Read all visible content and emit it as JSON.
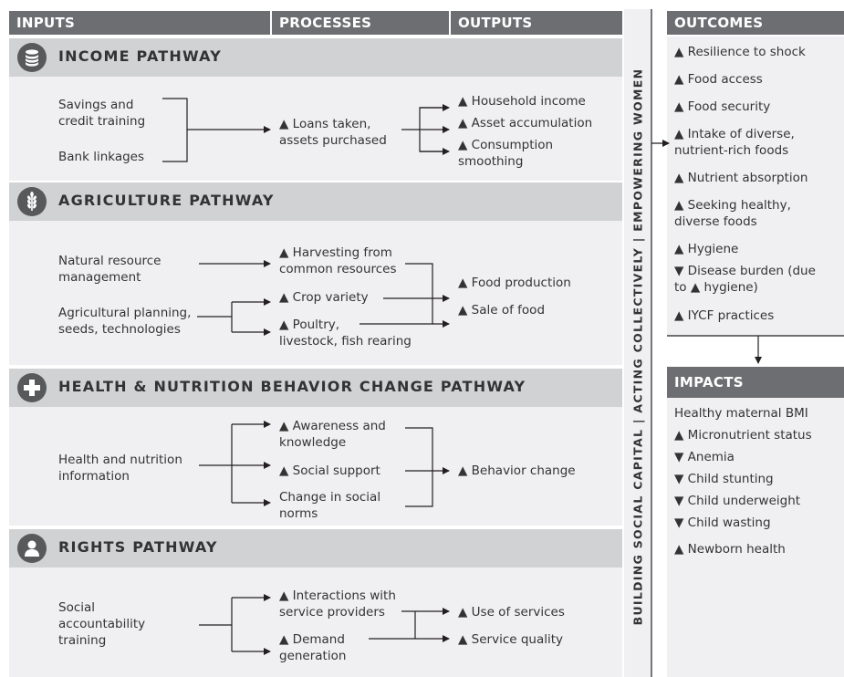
{
  "headers": {
    "inputs": "INPUTS",
    "processes": "PROCESSES",
    "outputs": "OUTPUTS",
    "outcomes": "OUTCOMES",
    "impacts": "IMPACTS"
  },
  "vertical_label": "BUILDING SOCIAL CAPITAL | ACTING COLLECTIVELY | EMPOWERING WOMEN",
  "pathways": {
    "income": {
      "title": "INCOME PATHWAY",
      "icon": "coins-icon",
      "inputs": [
        "Savings and\ncredit training",
        "Bank linkages"
      ],
      "process": "▲ Loans taken,\nassets purchased",
      "outputs": [
        "▲ Household income",
        "▲ Asset accumulation",
        "▲ Consumption\nsmoothing"
      ]
    },
    "agriculture": {
      "title": "AGRICULTURE PATHWAY",
      "icon": "wheat-icon",
      "inputs": [
        "Natural resource\nmanagement",
        "Agricultural planning,\nseeds, technologies"
      ],
      "processes": [
        "▲ Harvesting from\ncommon resources",
        "▲ Crop variety",
        "▲ Poultry,\nlivestock, fish rearing"
      ],
      "outputs": [
        "▲ Food production",
        "▲ Sale of food"
      ]
    },
    "health": {
      "title": "HEALTH & NUTRITION BEHAVIOR CHANGE PATHWAY",
      "icon": "cross-icon",
      "inputs": [
        "Health and nutrition\ninformation"
      ],
      "processes": [
        "▲ Awareness and\nknowledge",
        "▲ Social support",
        "Change in social\nnorms"
      ],
      "outputs": [
        "▲ Behavior change"
      ]
    },
    "rights": {
      "title": "RIGHTS PATHWAY",
      "icon": "person-icon",
      "inputs": [
        "Social\naccountability\ntraining"
      ],
      "processes": [
        "▲ Interactions with\nservice providers",
        "▲ Demand\ngeneration"
      ],
      "outputs": [
        "▲ Use of services",
        "▲ Service quality"
      ]
    }
  },
  "outcomes": [
    "▲ Resilience to shock",
    "▲ Food access",
    "▲ Food security",
    "▲ Intake of diverse,\nnutrient-rich foods",
    "▲ Nutrient absorption",
    "▲ Seeking healthy,\ndiverse foods",
    "▲ Hygiene",
    "▼ Disease burden (due\nto ▲ hygiene)",
    "▲ IYCF practices"
  ],
  "impacts": [
    "Healthy maternal BMI",
    "▲ Micronutrient status",
    "▼ Anemia",
    "▼ Child stunting",
    "▼ Child underweight",
    "▼ Child wasting",
    "▲ Newborn health"
  ],
  "colors": {
    "header_bg": "#6d6e71",
    "band_bg": "#d1d2d4",
    "panel_bg": "#f0f0f3",
    "icon_bg": "#58595b",
    "line": "#231f20"
  }
}
